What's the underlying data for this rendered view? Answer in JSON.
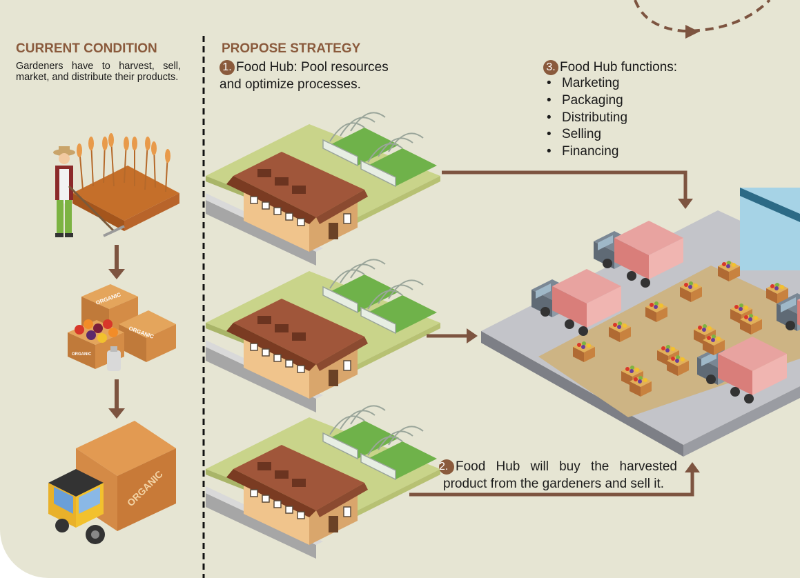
{
  "current": {
    "heading": "CURRENT CONDITION",
    "text": "Gardeners have to harvest, sell, market, and distribute their products."
  },
  "strategy": {
    "heading": "PROPOSE STRATEGY",
    "step1_num": "1.",
    "step1_line1": "Food Hub: Pool resources",
    "step1_line2": "and optimize processes.",
    "step2_num": "2.",
    "step2_line1": "Food Hub will buy the harvested",
    "step2_line2": "product from the gardeners and sell it.",
    "step3_num": "3.",
    "step3_title": "Food Hub functions:",
    "functions": [
      "Marketing",
      "Packaging",
      "Distributing",
      "Selling",
      "Financing"
    ]
  },
  "labels": {
    "crate": "ORGANIC",
    "truck": "ORGANIC"
  },
  "colors": {
    "background": "#e6e5d3",
    "accent_brown": "#8a5a3c",
    "arrow": "#7d5440"
  }
}
